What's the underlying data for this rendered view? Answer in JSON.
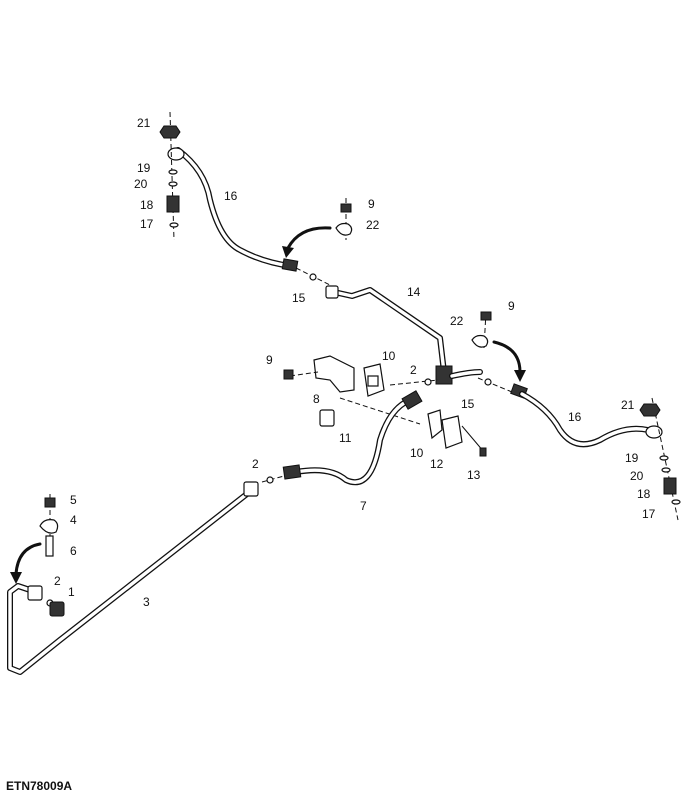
{
  "figure_id": "ETN78009A",
  "callouts": [
    {
      "id": "c21a",
      "text": "21"
    },
    {
      "id": "c19a",
      "text": "19"
    },
    {
      "id": "c20a",
      "text": "20"
    },
    {
      "id": "c18a",
      "text": "18"
    },
    {
      "id": "c17a",
      "text": "17"
    },
    {
      "id": "c16a",
      "text": "16"
    },
    {
      "id": "c9a",
      "text": "9"
    },
    {
      "id": "c22a",
      "text": "22"
    },
    {
      "id": "c15a",
      "text": "15"
    },
    {
      "id": "c14",
      "text": "14"
    },
    {
      "id": "c22b",
      "text": "22"
    },
    {
      "id": "c9b",
      "text": "9"
    },
    {
      "id": "c9c",
      "text": "9"
    },
    {
      "id": "c10a",
      "text": "10"
    },
    {
      "id": "c8",
      "text": "8"
    },
    {
      "id": "c2a",
      "text": "2"
    },
    {
      "id": "c15b",
      "text": "15"
    },
    {
      "id": "c11",
      "text": "11"
    },
    {
      "id": "c16b",
      "text": "16"
    },
    {
      "id": "c21b",
      "text": "21"
    },
    {
      "id": "c10b",
      "text": "10"
    },
    {
      "id": "c12",
      "text": "12"
    },
    {
      "id": "c13",
      "text": "13"
    },
    {
      "id": "c19b",
      "text": "19"
    },
    {
      "id": "c20b",
      "text": "20"
    },
    {
      "id": "c18b",
      "text": "18"
    },
    {
      "id": "c17b",
      "text": "17"
    },
    {
      "id": "c2b",
      "text": "2"
    },
    {
      "id": "c7",
      "text": "7"
    },
    {
      "id": "c5",
      "text": "5"
    },
    {
      "id": "c4",
      "text": "4"
    },
    {
      "id": "c6",
      "text": "6"
    },
    {
      "id": "c2c",
      "text": "2"
    },
    {
      "id": "c1",
      "text": "1"
    },
    {
      "id": "c3",
      "text": "3"
    }
  ]
}
